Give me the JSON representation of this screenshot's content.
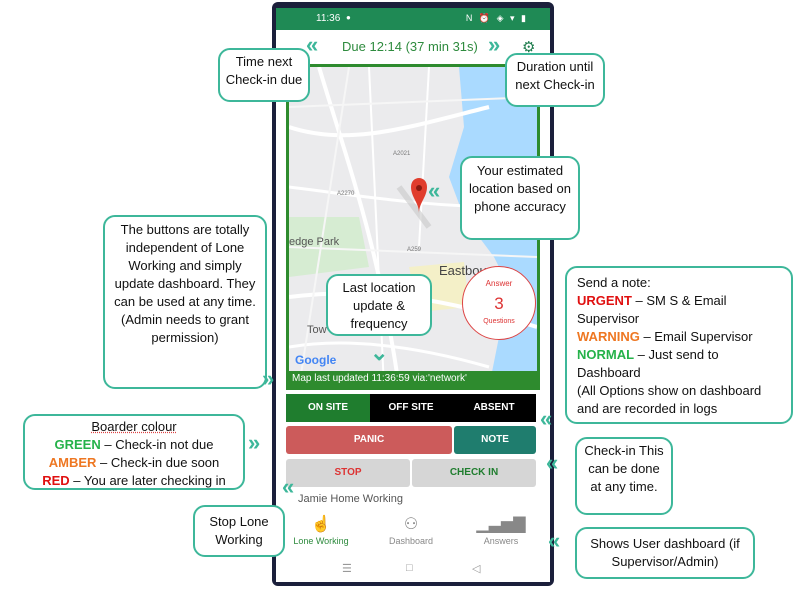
{
  "status_bar": {
    "time": "11:36"
  },
  "header": {
    "due_text": "Due 12:14 (37 min 31s)",
    "settings_icon": "gear-icon"
  },
  "map": {
    "labels": {
      "park": "edge Park",
      "town": "Eastbourne",
      "tow": "Tow",
      "road1": "A2270",
      "road2": "A259",
      "road3": "A2021"
    },
    "google": "Google",
    "last_updated": "Map last updated 11:36:59 via:'network'"
  },
  "answer_badge": {
    "label": "Answer",
    "count": "3",
    "sub": "Questions"
  },
  "status_buttons": {
    "on_site": "ON SITE",
    "off_site": "OFF SITE",
    "absent": "ABSENT"
  },
  "actions": {
    "panic": "PANIC",
    "note": "NOTE",
    "stop": "STOP",
    "check_in": "CHECK IN"
  },
  "user_label": "Jamie Home Working",
  "tabs": [
    {
      "label": "Lone Working",
      "icon": "hand-icon"
    },
    {
      "label": "Dashboard",
      "icon": "users-icon"
    },
    {
      "label": "Answers",
      "icon": "bar-chart-icon"
    }
  ],
  "callouts": {
    "time_next": "Time next Check-in due",
    "duration": "Duration until next Check-in",
    "location": "Your estimated location based on phone accuracy",
    "buttons": "The buttons are totally independent of Lone Working and simply update dashboard. They can be used at any time. (Admin needs to grant permission)",
    "last_location": "Last location update & frequency",
    "note_title": "Send a note:",
    "note_urgent": "URGENT",
    "note_urgent_desc": " – SM S & Email Supervisor",
    "note_warning": "WARNING",
    "note_warning_desc": " – Email Supervisor",
    "note_normal": "NORMAL",
    "note_normal_desc": " – Just send to Dashboard",
    "note_footer": "(All Options show on dashboard and are recorded in logs",
    "border_title": "Boarder colour",
    "border_green": "GREEN",
    "border_green_desc": " – Check-in not due",
    "border_amber": "AMBER",
    "border_amber_desc": " – Check-in due soon",
    "border_red": "RED",
    "border_red_desc": " – You are later checking in",
    "checkin": "Check-in This can be done at any time.",
    "stop": "Stop Lone Working",
    "dashboard": "Shows User dashboard (if Supervisor/Admin)"
  },
  "colors": {
    "green": "#2e8b2e",
    "accent": "#3db79a",
    "panic": "#cc5b5b",
    "note": "#1f7d6e"
  }
}
